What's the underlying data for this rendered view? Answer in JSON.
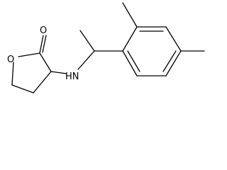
{
  "structure": {
    "atoms": {
      "ring_oxygen": "O",
      "carbonyl_oxygen": "O",
      "amine": "HN"
    }
  }
}
